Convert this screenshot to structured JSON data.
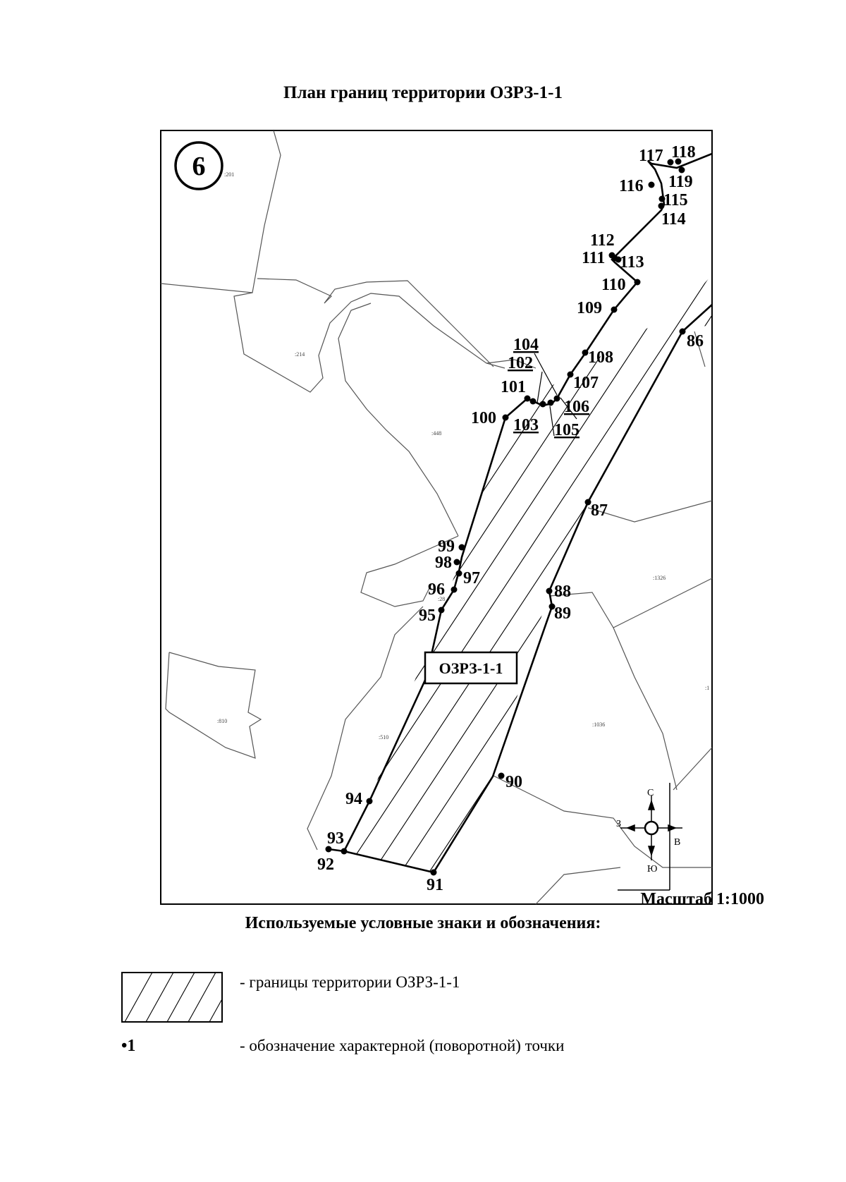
{
  "title": "План границ территории ОЗРЗ-1-1",
  "sheet_number": "6",
  "zone_label": "ОЗРЗ-1-1",
  "scale": "Масштаб 1:1000",
  "legend": {
    "heading": "Используемые условные знаки и обозначения:",
    "items": [
      {
        "key": "hatch",
        "text": "- границы территории ОЗРЗ-1-1"
      },
      {
        "key": "point",
        "symbol": "•1",
        "text": "- обозначение характерной (поворотной) точки"
      }
    ]
  },
  "compass": {
    "north": "С",
    "south": "Ю",
    "west": "З",
    "east": "В"
  },
  "parcel_labels": [
    ":201",
    ":214",
    ":448",
    ":1326",
    ":28",
    ":510",
    ":1036",
    ":810",
    ":1"
  ],
  "boundary_points": [
    "86",
    "87",
    "88",
    "89",
    "90",
    "91",
    "92",
    "93",
    "94",
    "95",
    "96",
    "97",
    "98",
    "99",
    "100",
    "101",
    "102",
    "103",
    "104",
    "105",
    "106",
    "107",
    "108",
    "109",
    "110",
    "111",
    "112",
    "113",
    "114",
    "115",
    "116",
    "117",
    "118",
    "119"
  ],
  "colors": {
    "line": "#000000",
    "parcel_line": "#555555",
    "background": "#ffffff"
  }
}
